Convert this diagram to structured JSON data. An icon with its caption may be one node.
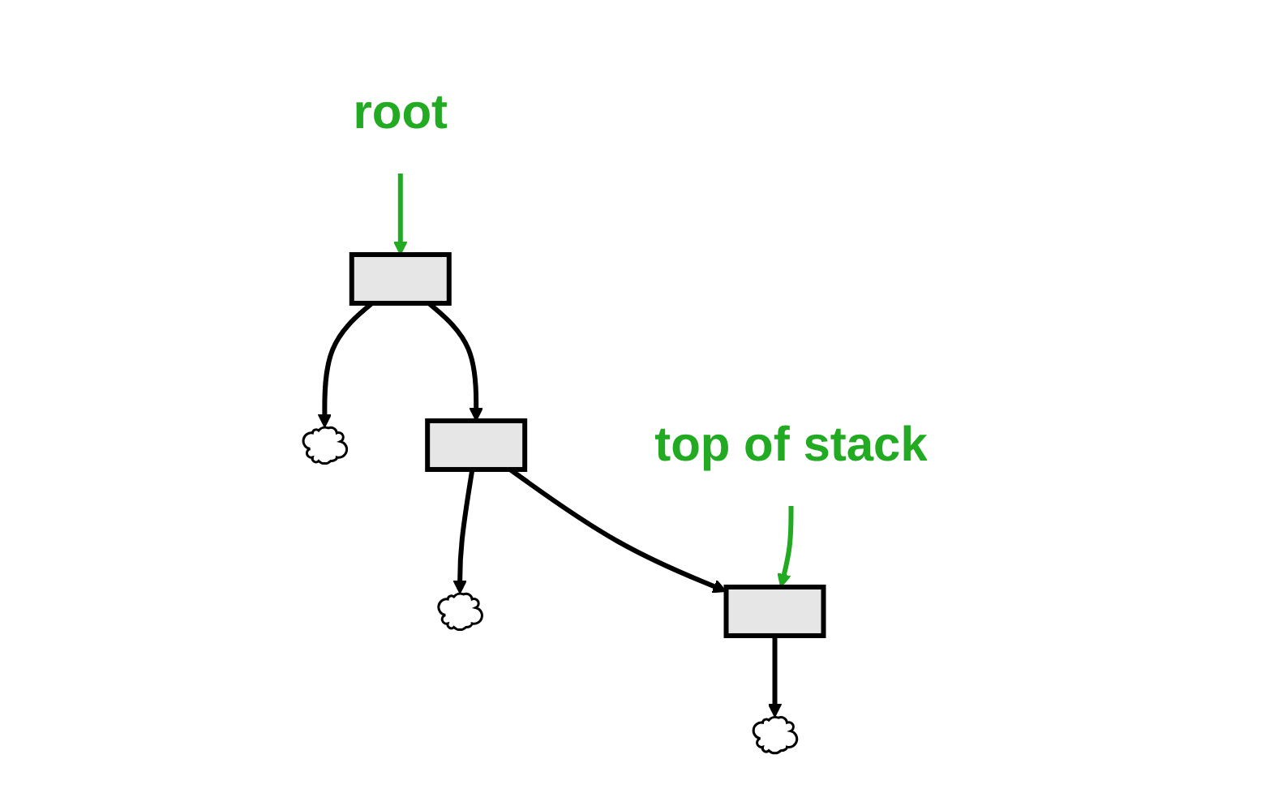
{
  "diagram": {
    "nodes": [
      {
        "text": [
          "root"
        ]
      },
      {
        "text": [],
        "shape": "box"
      },
      {
        "text": [],
        "shape": "cloud"
      },
      {
        "text": [],
        "shape": "box"
      },
      {
        "text": [],
        "shape": "cloud"
      },
      {
        "text": [
          "top of stack"
        ]
      },
      {
        "text": [],
        "shape": "box"
      },
      {
        "text": [],
        "shape": "cloud"
      }
    ],
    "edges": [
      {
        "from": 0,
        "to": 1,
        "arrow": "to",
        "color": "#22aa22"
      },
      {
        "from": 1,
        "to": 3,
        "arrow": "to"
      },
      {
        "from": 1,
        "to": 2,
        "arrow": "to"
      },
      {
        "from": 3,
        "to": 6,
        "arrow": "to"
      },
      {
        "from": 3,
        "to": 4,
        "arrow": "to"
      },
      {
        "from": 5,
        "to": 6,
        "arrow": "to",
        "color": "#22aa22"
      },
      {
        "from": 6,
        "to": 7,
        "arrow": "to"
      }
    ]
  }
}
